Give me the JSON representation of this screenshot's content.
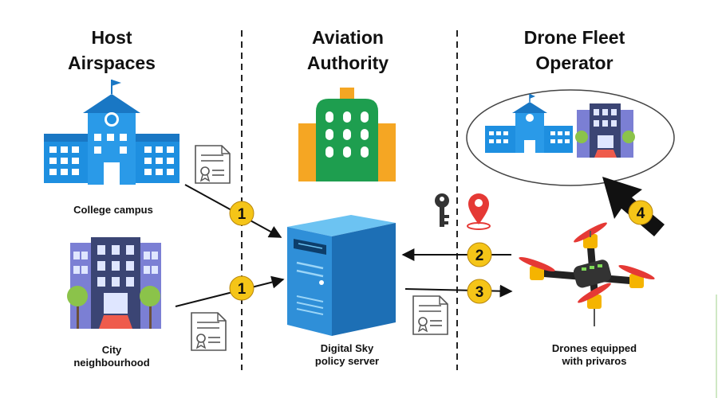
{
  "columns": {
    "host": {
      "line1": "Host",
      "line2": "Airspaces"
    },
    "authority": {
      "line1": "Aviation",
      "line2": "Authority"
    },
    "operator": {
      "line1": "Drone Fleet",
      "line2": "Operator"
    }
  },
  "labels": {
    "college": "College campus",
    "city_line1": "City",
    "city_line2": "neighbourhood",
    "server_line1": "Digital Sky",
    "server_line2": "policy server",
    "drones_line1": "Drones equipped",
    "drones_line2": "with privaros"
  },
  "steps": {
    "college_to_server": "1",
    "city_to_server": "1",
    "drone_to_server": "2",
    "server_to_drone": "3",
    "operator_to_airspaces": "4"
  },
  "icons": {
    "college": "college-building-icon",
    "city": "apartment-building-icon",
    "authority": "government-building-icon",
    "server": "server-tower-icon",
    "drone": "quadcopter-drone-icon",
    "document": "certificate-document-icon",
    "key": "key-icon",
    "location": "location-pin-icon"
  },
  "colors": {
    "badge": "#f5c518",
    "college_blue": "#1e8fe0",
    "authority_green": "#1e9e4f",
    "authority_orange": "#f5a623",
    "server_blue": "#2f8fd8",
    "pin_red": "#e53935",
    "drone_red": "#e53935"
  }
}
